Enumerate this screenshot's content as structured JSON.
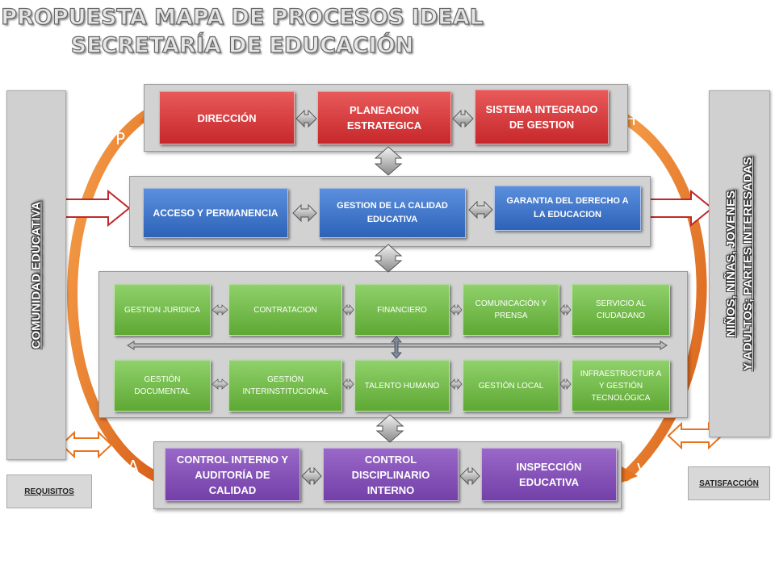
{
  "title": {
    "line1": "PROPUESTA MAPA DE PROCESOS IDEAL",
    "line2": "SECRETARÍA DE EDUCACIÓN"
  },
  "left_side": {
    "label": "COMUNIDAD  EDUCATIVA"
  },
  "right_side": {
    "line1": "NIÑOS, NIÑAS, JOVENES",
    "line2": "Y ADULTOS; PARTES INTERESADAS"
  },
  "requisitos": "REQUISITOS",
  "satisfaccion": "SATISFACCIÓN",
  "cycle": {
    "p": "P",
    "h": "H",
    "v": "V",
    "a": "A"
  },
  "strategic": [
    "DIRECCIÓN",
    "PLANEACION ESTRATEGICA",
    "SISTEMA INTEGRADO DE GESTION"
  ],
  "mission": [
    "ACCESO Y PERMANENCIA",
    "GESTION  DE LA CALIDAD EDUCATIVA",
    "GARANTIA DEL DERECHO A LA EDUCACION"
  ],
  "support_top": [
    "GESTION JURIDICA",
    "CONTRATACION",
    "FINANCIERO",
    "COMUNICACIÓN  Y PRENSA",
    "SERVICIO  AL CIUDADANO"
  ],
  "support_bottom": [
    "GESTIÓN DOCUMENTAL",
    "GESTIÓN INTERINSTITUCIONAL",
    "TALENTO HUMANO",
    "GESTIÓN  LOCAL",
    "INFRAESTRUCTUR A Y GESTIÓN TECNOLÓGICA"
  ],
  "control": [
    "CONTROL INTERNO Y AUDITORÍA DE CALIDAD",
    "CONTROL DISCIPLINARIO INTERNO",
    "INSPECCIÓN EDUCATIVA"
  ],
  "colors": {
    "red": "#c7272b",
    "blue": "#2d62b8",
    "green": "#5ea834",
    "purple": "#7240a8",
    "orange": "#e8731f"
  }
}
